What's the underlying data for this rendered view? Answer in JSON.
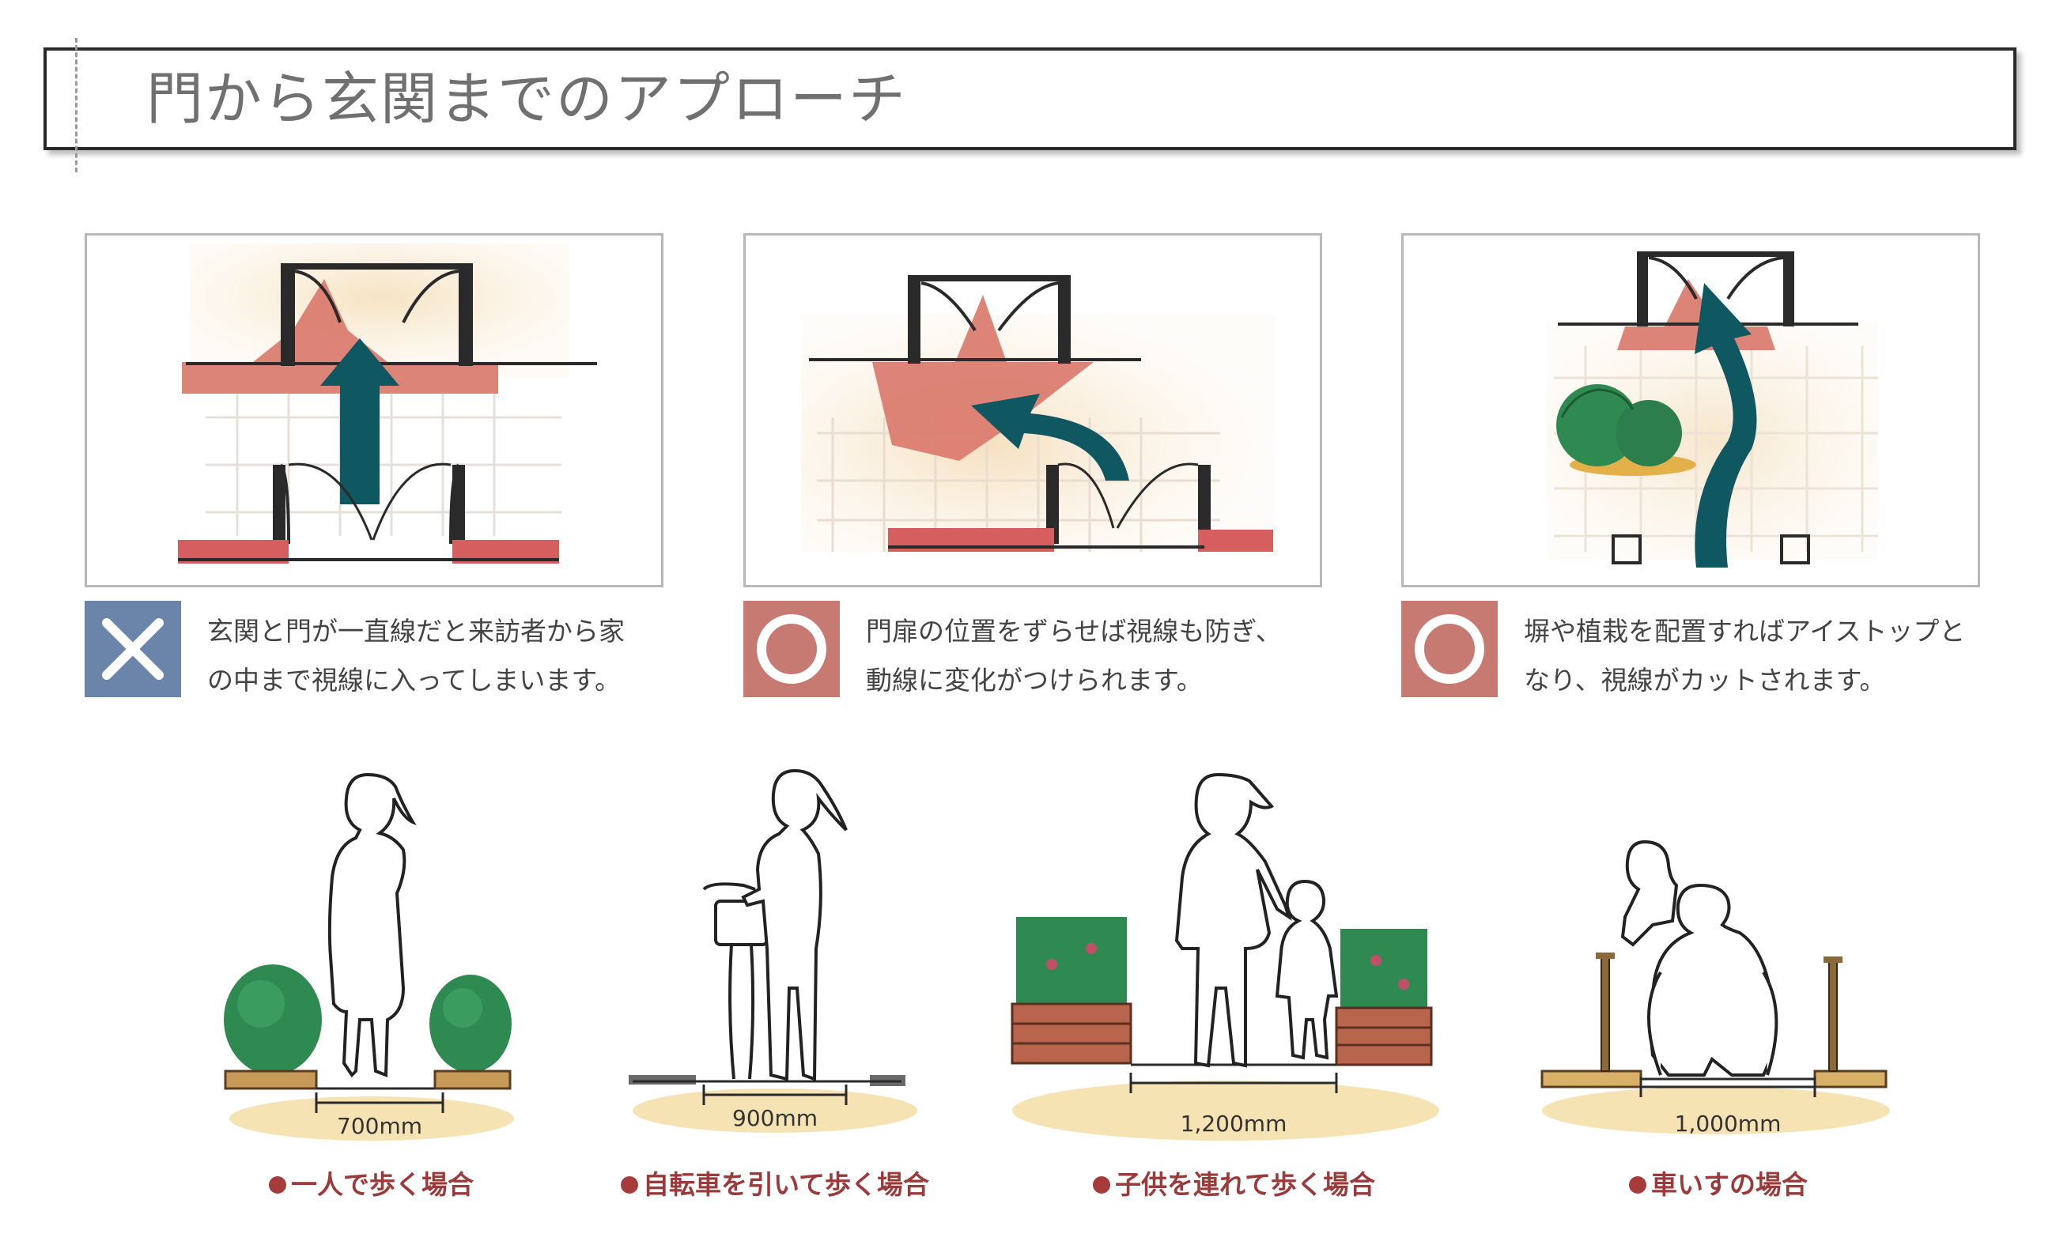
{
  "title": "門から玄関までのアプローチ",
  "plans": [
    {
      "mark": "×",
      "mark_color": "#6b84a9",
      "text_line1": "玄関と門が一直線だと来訪者から家",
      "text_line2": "の中まで視線に入ってしまいます。"
    },
    {
      "mark": "○",
      "mark_color": "#c77a72",
      "text_line1": "門扉の位置をずらせば視線も防ぎ、",
      "text_line2": "動線に変化がつけられます。"
    },
    {
      "mark": "○",
      "mark_color": "#c77a72",
      "text_line1": "塀や植栽を配置すればアイストップと",
      "text_line2": "なり、視線がカットされます。"
    }
  ],
  "widths": [
    {
      "dimension": "700mm",
      "label": "一人で歩く場合"
    },
    {
      "dimension": "900mm",
      "label": "自転車を引いて歩く場合"
    },
    {
      "dimension": "1,200mm",
      "label": "子供を連れて歩く場合"
    },
    {
      "dimension": "1,000mm",
      "label": "車いすの場合"
    }
  ],
  "colors": {
    "arrow": "#0f5862",
    "brick": "#d9776a",
    "ground": "#f3dca0",
    "shrub": "#2f8a52",
    "label_red": "#9b3a3a"
  },
  "icons": [
    "cross-icon",
    "circle-icon"
  ]
}
